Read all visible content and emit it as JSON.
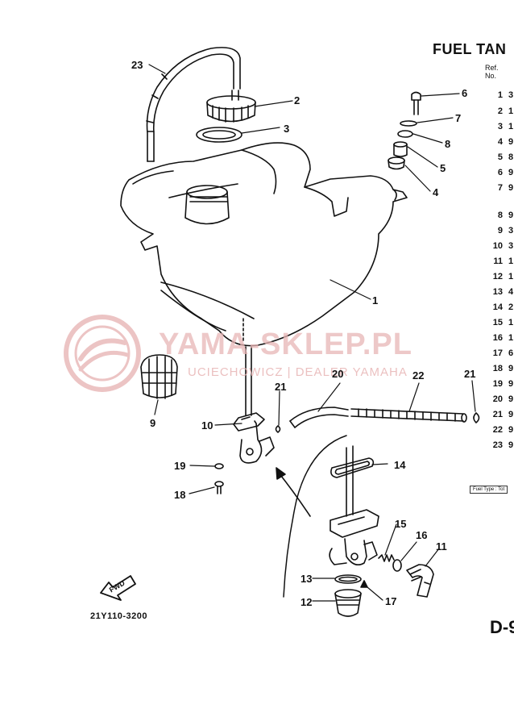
{
  "title": "FUEL TAN",
  "ref_header": {
    "ref": "Ref.",
    "no": "No."
  },
  "watermark": {
    "brand": "YAMA-SKLEP.PL",
    "subtitle": "UCIECHOWICZ | DEALER YAMAHA"
  },
  "diagram_code": "21Y110-3200",
  "fwd_label": "FWD",
  "fuel_type_label": "Fuel Type : Tot",
  "page_code": "D-9",
  "callouts": [
    "23",
    "2",
    "3",
    "6",
    "7",
    "8",
    "5",
    "4",
    "1",
    "9",
    "10",
    "21",
    "20",
    "22",
    "21",
    "19",
    "18",
    "14",
    "15",
    "16",
    "11",
    "13",
    "12",
    "17"
  ],
  "ref_numbers": [
    "1",
    "2",
    "3",
    "4",
    "5",
    "6",
    "7",
    "8",
    "9",
    "10",
    "11",
    "12",
    "13",
    "14",
    "15",
    "16",
    "17",
    "18",
    "19",
    "20",
    "21",
    "22",
    "23"
  ],
  "ref_first_digits": [
    "3",
    "1",
    "1",
    "9",
    "8",
    "9",
    "9",
    "9",
    "3",
    "3",
    "1",
    "1",
    "4",
    "2",
    "1",
    "1",
    "6",
    "9",
    "9",
    "9",
    "9",
    "9",
    "9"
  ],
  "colors": {
    "ink": "#111111",
    "watermark": "#e8b6b6"
  }
}
